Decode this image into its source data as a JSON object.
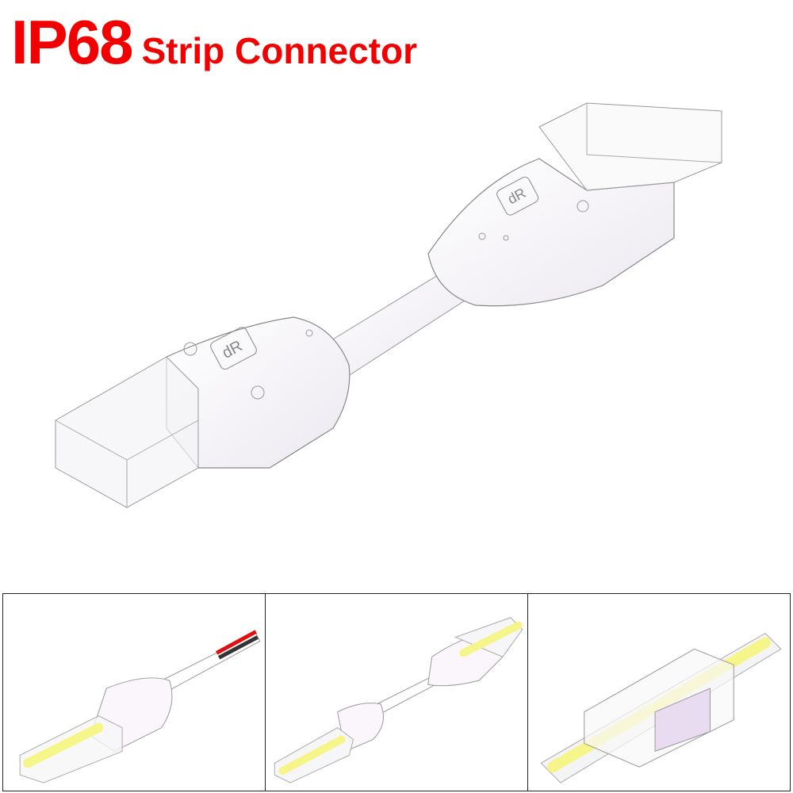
{
  "title": {
    "primary": "IP68",
    "secondary": "Strip Connector",
    "color": "#f20000"
  },
  "hero_image": {
    "description": "double-ended IP68 strip connector with cable, isometric line drawing",
    "logo_glyph": "dR"
  },
  "panels": [
    {
      "description": "single-end connector with red/black wire leads and COB strip inserted",
      "wire_colors": [
        "#e01010",
        "#333333"
      ]
    },
    {
      "description": "double-ended connector with cable, COB strips inserted both ends",
      "strip_color": "#f6f58a"
    },
    {
      "description": "gapless straight connector joining two COB strips",
      "clip_color": "#eadcf0"
    }
  ]
}
